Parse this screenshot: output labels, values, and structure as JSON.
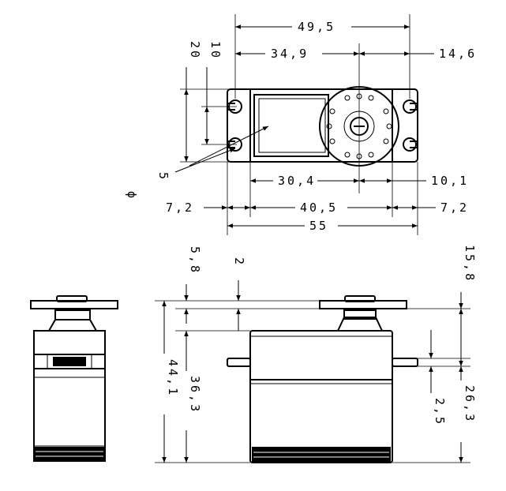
{
  "dimensions": {
    "top_total_width": "49,5",
    "top_mount_to_center": "34,9",
    "top_center_to_right": "14,6",
    "left_height_outer": "20",
    "left_height_inner": "10",
    "hole_diameter_symbol": "ϕ",
    "hole_diameter": "5",
    "body_to_center": "30,4",
    "center_to_body_edge": "10,1",
    "flange_left": "7,2",
    "body_width": "40,5",
    "flange_right": "7,2",
    "overall_width": "55",
    "horn_height": "5,8",
    "horn_gap": "2",
    "total_height_right": "15,8",
    "total_height": "44,1",
    "body_height": "36,3",
    "flange_thickness": "2,5",
    "lower_height": "26,3"
  }
}
